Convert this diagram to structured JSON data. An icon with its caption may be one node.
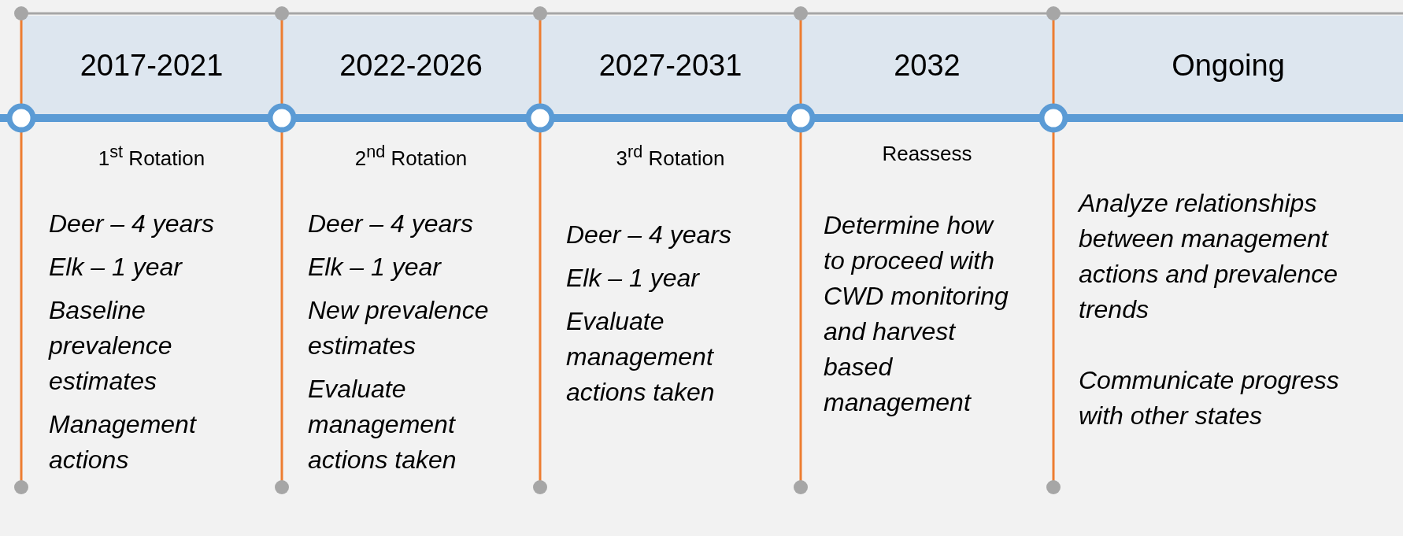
{
  "diagram": {
    "nodes": [
      {
        "text": [
          "2017-2021"
        ],
        "beside": [
          "1$^{st}$ Rotation",
          "Deer – 4 years",
          "Elk – 1 year",
          "Baseline prevalence estimates",
          "Management actions"
        ]
      },
      {
        "text": [
          "2022-2026"
        ],
        "beside": [
          "2$^{nd}$ Rotation",
          "Deer – 4 years",
          "Elk – 1 year",
          "New prevalence estimates",
          "Evaluate management actions taken"
        ]
      },
      {
        "text": [
          "2027-2031"
        ],
        "beside": [
          "3$^{rd}$ Rotation",
          "Deer – 4 years",
          "Elk – 1 year",
          "Evaluate management actions taken"
        ]
      },
      {
        "text": [
          "2032"
        ],
        "beside": [
          "Reassess",
          "Determine how to proceed with CWD monitoring and harvest based management"
        ]
      },
      {
        "text": [
          "Ongoing"
        ],
        "beside": [
          "Analyze relationships between management actions and prevalence trends",
          "Communicate progress with other states"
        ]
      }
    ],
    "edges": []
  }
}
